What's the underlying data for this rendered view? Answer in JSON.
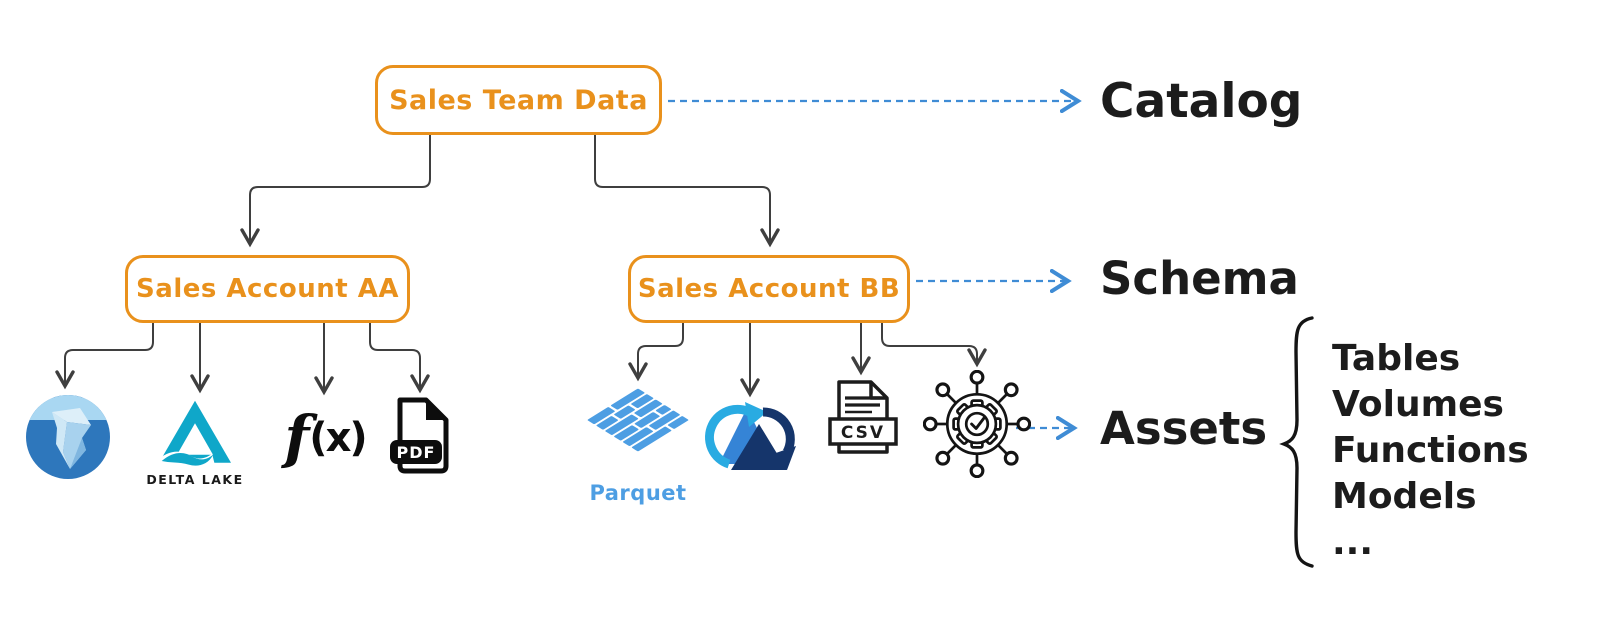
{
  "colors": {
    "accent_orange": "#E9911C",
    "arrow_blue": "#3F8CD5",
    "line_dark": "#3F3F3F",
    "text_black": "#1C1C1C",
    "iceberg_blue": "#2E77BC",
    "iceberg_light": "#A9D7F2",
    "deltalake_cyan": "#0FA7C9",
    "parquet_blue": "#4D9EE3",
    "sync_cyan": "#29ABE2",
    "sync_mid_blue": "#3584D6",
    "sync_navy": "#15356B"
  },
  "tree": {
    "catalog": {
      "label": "Sales Team Data"
    },
    "schemas": [
      {
        "label": "Sales Account AA"
      },
      {
        "label": "Sales Account BB"
      }
    ]
  },
  "levels": {
    "catalog": "Catalog",
    "schema": "Schema",
    "assets": "Assets"
  },
  "asset_types": [
    "Tables",
    "Volumes",
    "Functions",
    "Models",
    "..."
  ],
  "assets_aa": {
    "iceberg": {
      "icon": "iceberg-logo"
    },
    "delta_lake": {
      "icon": "delta-lake-logo",
      "caption": "DELTA LAKE"
    },
    "function": {
      "icon": "function-fx-icon",
      "f": "f",
      "x": "(x)"
    },
    "pdf": {
      "icon": "pdf-file-icon",
      "label": "PDF"
    }
  },
  "assets_bb": {
    "parquet": {
      "icon": "parquet-logo",
      "caption": "Parquet"
    },
    "delta_sync": {
      "icon": "delta-sync-icon"
    },
    "csv": {
      "icon": "csv-file-icon",
      "label": "CSV"
    },
    "gear": {
      "icon": "gear-network-icon"
    }
  }
}
